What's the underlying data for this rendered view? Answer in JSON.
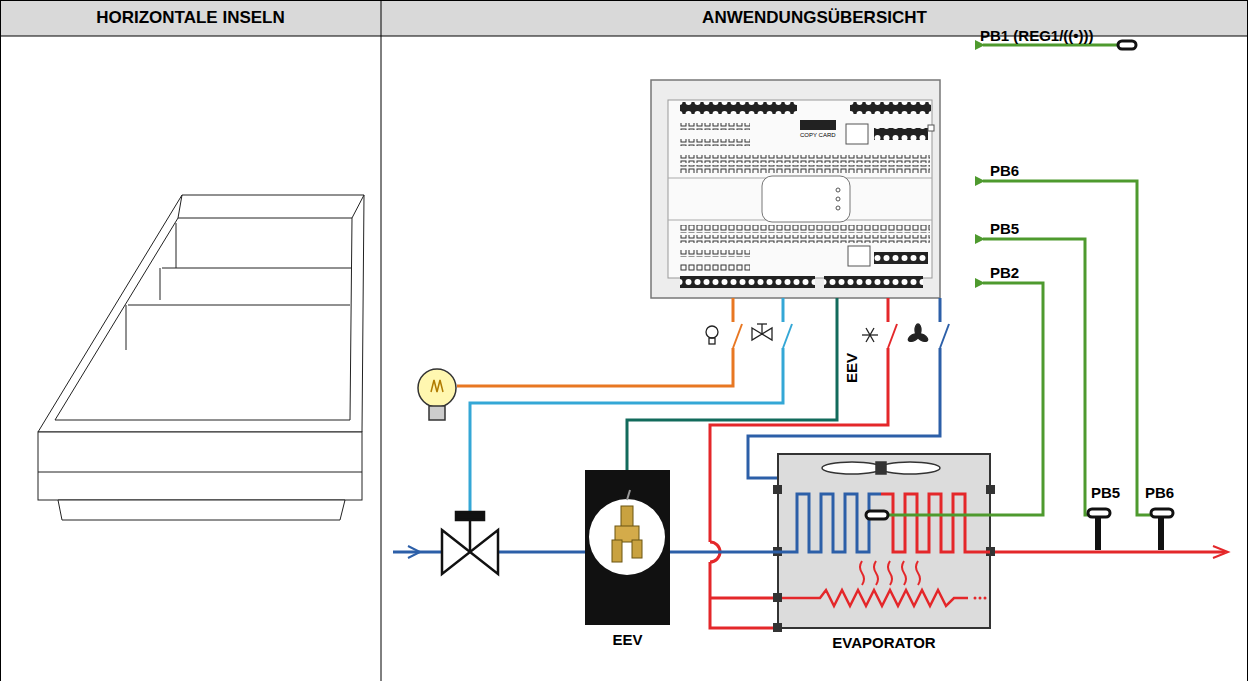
{
  "diagram": {
    "nodes": [
      {
        "text": [
          "EEV"
        ]
      },
      {
        "text": [
          "EVAPORATOR"
        ]
      }
    ],
    "edges": [
      {
        "from": 0,
        "to": 1,
        "arrow": "none"
      }
    ],
    "labels": [
      "HORIZONTALE INSELN",
      "ANWENDUNGSÜBERSICHT",
      "PB1 (REG1/((•)))",
      "PB6",
      "PB5",
      "PB2",
      "EEV",
      "COPY CARD",
      "PB5",
      "PB6"
    ]
  }
}
